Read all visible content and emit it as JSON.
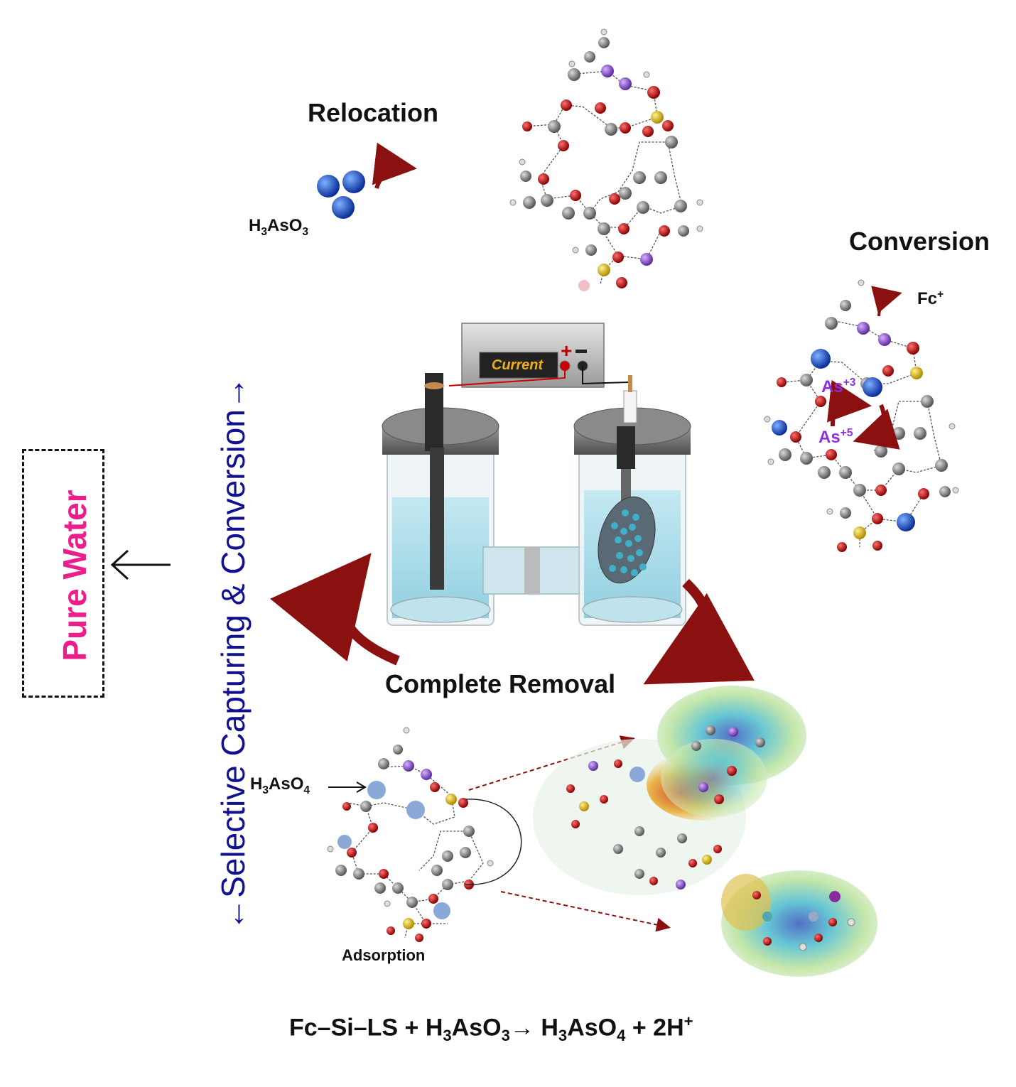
{
  "labels": {
    "relocation": "Relocation",
    "conversion": "Conversion",
    "complete_removal": "Complete Removal",
    "adsorption": "Adsorption",
    "fc_plus": "Fc",
    "fc_plus_sup": "+",
    "as3": "As",
    "as3_sup": "+3",
    "as5": "As",
    "as5_sup": "+5",
    "power_supply": "Current",
    "pure_water": "Pure Water",
    "side_axis": "←Selective Capturing & Conversion→"
  },
  "species": {
    "h3aso3": {
      "a": "H",
      "s1": "3",
      "b": "AsO",
      "s2": "3"
    },
    "h3aso4": {
      "a": "H",
      "s1": "3",
      "b": "AsO",
      "s2": "4"
    }
  },
  "equation": {
    "p1": "Fc–Si–LS + H",
    "s1": "3",
    "p2": "AsO",
    "s2": "3",
    "p3": "→ H",
    "s3": "3",
    "p4": "AsO",
    "s4": "4",
    "p5": " + 2H",
    "sup": "+"
  },
  "colors": {
    "arrow_red": "#8b1010",
    "pure_water": "#ec1e8c",
    "side_axis": "#101090",
    "arsenic_label": "#8b2fe0",
    "atom_carbon": "#8a8a8a",
    "atom_oxygen": "#c40000",
    "atom_sulfur": "#e5c400",
    "atom_arsenic": "#1f5fd8",
    "water": "#a9dbe8"
  }
}
